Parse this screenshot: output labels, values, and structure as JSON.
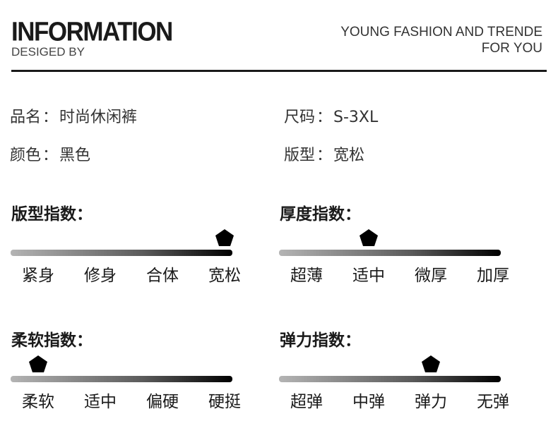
{
  "header": {
    "title": "INFORMATION",
    "subtitle": "DESIGED BY",
    "tagline_line1": "YOUNG FASHION AND TRENDE",
    "tagline_line2": "FOR YOU"
  },
  "info": {
    "name_label": "品名",
    "name_value": "时尚休闲裤",
    "size_label": "尺码",
    "size_value": "S-3XL",
    "color_label": "颜色",
    "color_value": "黑色",
    "fit_label": "版型",
    "fit_value": "宽松",
    "separator": "："
  },
  "indices": {
    "fit": {
      "title": "版型指数：",
      "labels": [
        "紧身",
        "修身",
        "合体",
        "宽松"
      ],
      "selected": "宽松"
    },
    "thickness": {
      "title": "厚度指数：",
      "labels": [
        "超薄",
        "适中",
        "微厚",
        "加厚"
      ],
      "selected": "适中"
    },
    "softness": {
      "title": "柔软指数：",
      "labels": [
        "柔软",
        "适中",
        "偏硬",
        "硬挺"
      ],
      "selected": "柔软"
    },
    "elasticity": {
      "title": "弹力指数：",
      "labels": [
        "超弹",
        "中弹",
        "弹力",
        "无弹"
      ],
      "selected": "弹力"
    }
  },
  "colors": {
    "bar_start": "#b4b4b4",
    "bar_end": "#000000",
    "marker": "#000000"
  },
  "icons": {
    "marker": "pentagon-marker-icon"
  }
}
